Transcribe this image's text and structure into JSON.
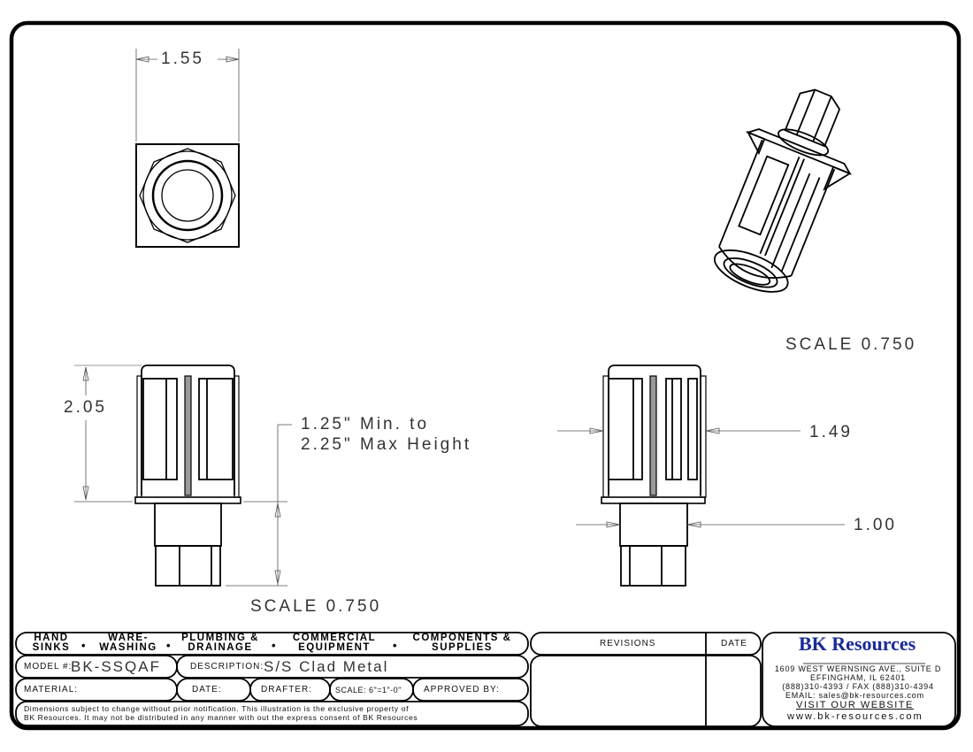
{
  "dimensions": {
    "width": "1.55",
    "height": "2.05",
    "adjust_line1": "1.25\" Min. to",
    "adjust_line2": "2.25\" Max Height",
    "body_dia": "1.49",
    "stem_dia": "1.00"
  },
  "scales": {
    "iso": "SCALE  0.750",
    "front": "SCALE  0.750"
  },
  "title_block": {
    "categories": [
      {
        "l1": "HAND",
        "l2": "SINKS"
      },
      {
        "l1": "WARE-",
        "l2": "WASHING"
      },
      {
        "l1": "PLUMBING &",
        "l2": "DRAINAGE"
      },
      {
        "l1": "COMMERCIAL",
        "l2": "EQUIPMENT"
      },
      {
        "l1": "COMPONENTS &",
        "l2": "SUPPLIES"
      }
    ],
    "bullet": "•",
    "model_label": "MODEL #:",
    "model_value": "BK-SSQAF",
    "description_label": "DESCRIPTION:",
    "description_value": "S/S Clad Metal",
    "material_label": "MATERIAL:",
    "date_label": "DATE:",
    "drafter_label": "DRAFTER:",
    "scale_label": "SCALE: 6\"=1\"-0\"",
    "approved_label": "APPROVED BY:",
    "disclaimer_1": "Dimensions subject to change without prior notification. This illustration is the exclusive property of",
    "disclaimer_2": "BK Resources. It may not be distributed in any manner with out the express consent of BK Resources",
    "revisions_label": "REVISIONS",
    "revisions_date_label": "DATE"
  },
  "company": {
    "logo_text": "BK Resources",
    "address_1": "1609 WEST WERNSING AVE., SUITE D",
    "address_2": "EFFINGHAM, IL 62401",
    "phone": "(888)310-4393 / FAX (888)310-4394",
    "email": "EMAIL: sales@bk-resources.com",
    "website_link": "VISIT OUR WEBSITE",
    "website": "www.bk-resources.com",
    "brand_color": "#1a2a9a"
  }
}
